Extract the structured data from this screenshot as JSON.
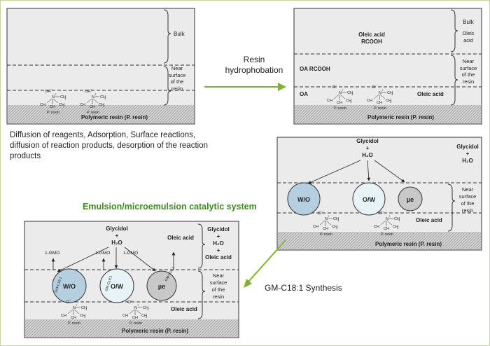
{
  "p1": {
    "bulk": "Bulk",
    "near": [
      "Near",
      "surface",
      "of the",
      "resin"
    ],
    "resin": "Polymeric resin (P. resin)"
  },
  "p2": {
    "oleic_acid": "Oleic acid",
    "rcooh": "RCOOH",
    "bulk": "Bulk",
    "bulk_sub": [
      "Oleic",
      "acid"
    ],
    "oa_rcooh": "OA RCOOH",
    "oa": "OA",
    "oleic_right": "Oleic acid",
    "near": [
      "Near",
      "surface",
      "of the",
      "resin"
    ],
    "resin": "Polymeric resin (P. resin)"
  },
  "p3": {
    "glycidol": "Glycidol",
    "plus": "+",
    "h2o": "H₂O",
    "right": [
      "Glycidol",
      "+",
      "H₂O"
    ],
    "droplets": [
      "W/O",
      "O/W",
      "µe"
    ],
    "near": [
      "Near",
      "surface",
      "of the",
      "resin"
    ],
    "oleic": "Oleic acid",
    "resin": "Polymeric resin (P. resin)"
  },
  "p4": {
    "glycidol": "Glycidol",
    "plus": "+",
    "h2o": "H₂O",
    "oleic_top": "Oleic acid",
    "right": [
      "Glycidol",
      "+",
      "H₂O",
      "+",
      "Oleic acid"
    ],
    "gmo": [
      "1-GMO",
      "1-GMO",
      "1-GMO"
    ],
    "gm": [
      "GM-C18:1",
      "GM-C18:1",
      "GM-C18:1"
    ],
    "droplets": [
      "W/O",
      "O/W",
      "µe"
    ],
    "near": [
      "Near",
      "surface",
      "of the",
      "resin"
    ],
    "oleic": "Oleic acid",
    "resin": "Polymeric resin (P. resin)"
  },
  "site": {
    "oh": "OH",
    "cl": "Cl",
    "minus": "−",
    "n": "N",
    "ch3": "CH",
    "three": "3",
    "plus": "+",
    "presin": "P. resin"
  },
  "labels": {
    "hydrophobation": [
      "Resin",
      "hydrophobation"
    ],
    "description": "Diffusion of reagents, Adsorption, Surface reactions, diffusion of reaction products, desorption of the reaction products",
    "title": "Emulsion/microemulsion catalytic system",
    "synthesis": "GM-C18:1 Synthesis"
  },
  "colors": {
    "bulk_bg": "#ebebeb",
    "arrow_green": "#7fb32a",
    "title_green": "#3f8a1f",
    "wo_fill": "#b5cfe0",
    "ow_fill": "#e8f3f7",
    "mue_fill": "#c8c8c8"
  }
}
